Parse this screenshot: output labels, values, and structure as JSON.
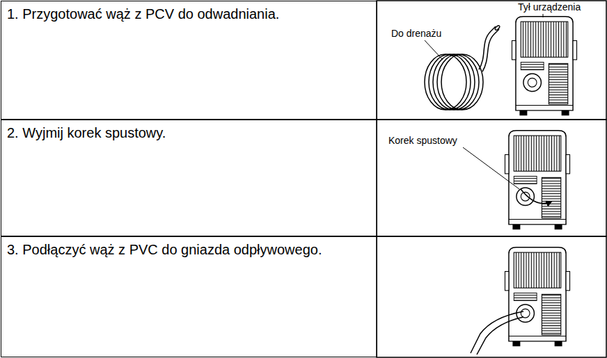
{
  "diagram": {
    "nodes": [
      {
        "text": [
          "1. Przygotować wąż z PCV do odwadniania."
        ]
      },
      {
        "text": [
          "2. Wyjmij korek spustowy."
        ]
      },
      {
        "text": [
          "3. Podłączyć wąż z PVC do gniazda odpływowego."
        ]
      }
    ],
    "labels": [
      "Tył urządzenia",
      "Do drenażu",
      "Korek spustowy"
    ]
  }
}
